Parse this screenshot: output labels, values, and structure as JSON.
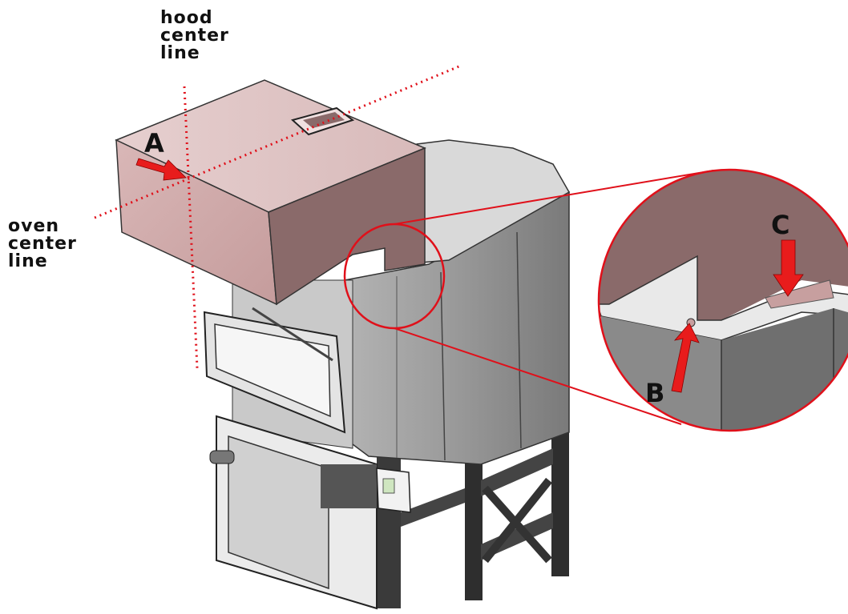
{
  "labels": {
    "hood_center": [
      "hood",
      "center",
      "line"
    ],
    "oven_center": [
      "oven",
      "center",
      "line"
    ],
    "callout_a": "A",
    "callout_b": "B",
    "callout_c": "C"
  },
  "colors": {
    "hood_fill": "#c79f9f",
    "hood_side": "#8a6a6a",
    "centerline_red": "#e0101a",
    "arrow_red": "#e81c1c",
    "oven_gray": "#8e8e8e"
  }
}
